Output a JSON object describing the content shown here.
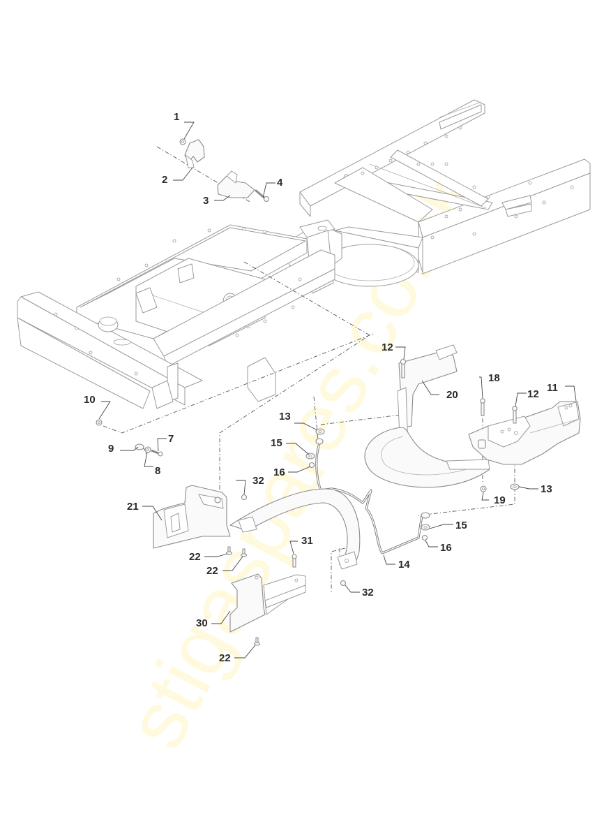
{
  "watermark": "stigaspares.co.uk",
  "ghost_text": [
    "",
    ""
  ],
  "callouts": [
    {
      "id": "c1",
      "label": "1"
    },
    {
      "id": "c2",
      "label": "2"
    },
    {
      "id": "c3",
      "label": "3"
    },
    {
      "id": "c4",
      "label": "4"
    },
    {
      "id": "c7",
      "label": "7"
    },
    {
      "id": "c8",
      "label": "8"
    },
    {
      "id": "c9",
      "label": "9"
    },
    {
      "id": "c10",
      "label": "10"
    },
    {
      "id": "c11",
      "label": "11"
    },
    {
      "id": "c12a",
      "label": "12"
    },
    {
      "id": "c12b",
      "label": "12"
    },
    {
      "id": "c13a",
      "label": "13"
    },
    {
      "id": "c13b",
      "label": "13"
    },
    {
      "id": "c14",
      "label": "14"
    },
    {
      "id": "c15a",
      "label": "15"
    },
    {
      "id": "c15b",
      "label": "15"
    },
    {
      "id": "c16a",
      "label": "16"
    },
    {
      "id": "c16b",
      "label": "16"
    },
    {
      "id": "c18",
      "label": "18"
    },
    {
      "id": "c19",
      "label": "19"
    },
    {
      "id": "c20",
      "label": "20"
    },
    {
      "id": "c21",
      "label": "21"
    },
    {
      "id": "c22a",
      "label": "22"
    },
    {
      "id": "c22b",
      "label": "22"
    },
    {
      "id": "c22c",
      "label": "22"
    },
    {
      "id": "c30",
      "label": "30"
    },
    {
      "id": "c31",
      "label": "31"
    },
    {
      "id": "c32a",
      "label": "32"
    },
    {
      "id": "c32b",
      "label": "32"
    }
  ],
  "parts": {
    "frame": "chassis-frame",
    "p1": "nut",
    "p2": "bracket",
    "p3": "plate",
    "p4": "bolt",
    "p7": "bolt",
    "p8": "washer",
    "p9": "spacer",
    "p10": "nut",
    "p11": "right-chute-bracket",
    "p12": "bolt",
    "p13": "washer",
    "p14": "rod",
    "p15": "washer",
    "p16": "nut",
    "p18": "bolt",
    "p19": "nut",
    "p20": "deflector-arm",
    "p21": "left-chute-bracket",
    "p22": "screw",
    "p30": "guard-plate",
    "p31": "bolt",
    "p32": "nut"
  }
}
